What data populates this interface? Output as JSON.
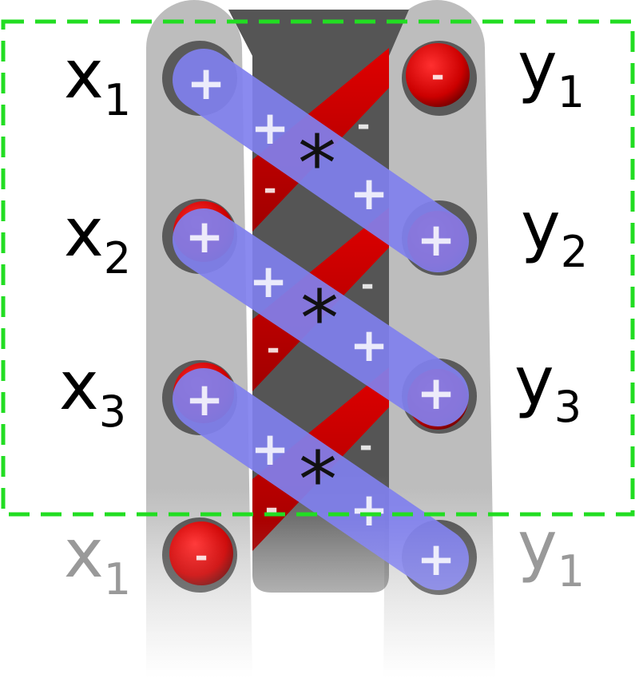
{
  "labels": {
    "x": [
      {
        "base": "x",
        "sub": "1"
      },
      {
        "base": "x",
        "sub": "2"
      },
      {
        "base": "x",
        "sub": "3"
      },
      {
        "base": "x",
        "sub": "1"
      }
    ],
    "y": [
      {
        "base": "y",
        "sub": "1"
      },
      {
        "base": "y",
        "sub": "2"
      },
      {
        "base": "y",
        "sub": "3"
      },
      {
        "base": "y",
        "sub": "1"
      }
    ]
  },
  "symbols": {
    "plus": "+",
    "minus": "-",
    "product": "*"
  },
  "colors": {
    "positive_term": "#8080ee",
    "negative_term": "#cc0000",
    "highlight_box": "#22dd22",
    "track_light": "#bdbdbd",
    "track_dark": "#555555",
    "label_text": "#000000",
    "faded_label_text": "#999999"
  }
}
